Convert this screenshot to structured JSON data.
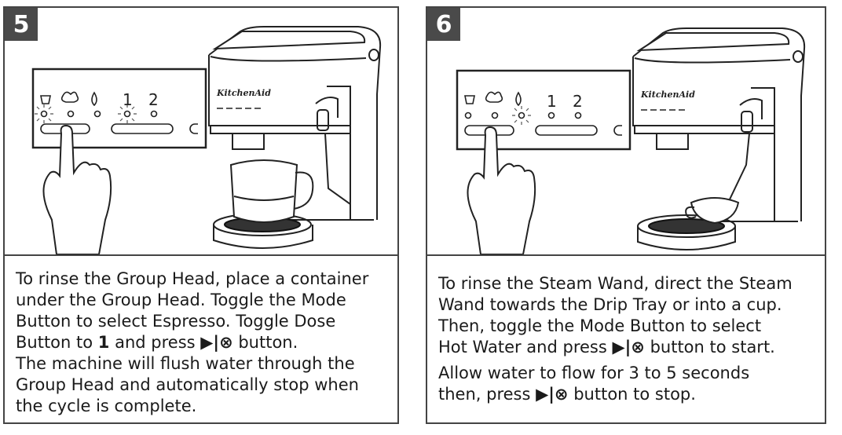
{
  "steps": [
    {
      "number": "5",
      "panel_labels": [
        "1",
        "2"
      ],
      "brand": "KitchenAid",
      "text": {
        "l1": "To rinse the Group Head, place a container",
        "l2": "under the Group Head. Toggle the Mode",
        "l3": "Button to select Espresso. Toggle Dose",
        "l4_a": "Button to ",
        "l4_b": "1",
        "l4_c": " and press ",
        "l4_sym": "▶|⊗",
        "l4_d": " button.",
        "l5": "The machine will flush water through the",
        "l6": "Group Head and automatically stop when",
        "l7": "the cycle is complete."
      }
    },
    {
      "number": "6",
      "panel_labels": [
        "1",
        "2"
      ],
      "brand": "KitchenAid",
      "text": {
        "l1": "To rinse the Steam Wand, direct the Steam",
        "l2": "Wand towards the Drip Tray or into a cup.",
        "l3": "Then, toggle the Mode Button to select",
        "l4_a": "Hot Water and press ",
        "l4_sym": "▶|⊗",
        "l4_b": " button to start.",
        "l5": "Allow water to flow for 3 to 5 seconds",
        "l6_a": "then, press ",
        "l6_sym": "▶|⊗",
        "l6_b": " button to stop."
      }
    }
  ]
}
